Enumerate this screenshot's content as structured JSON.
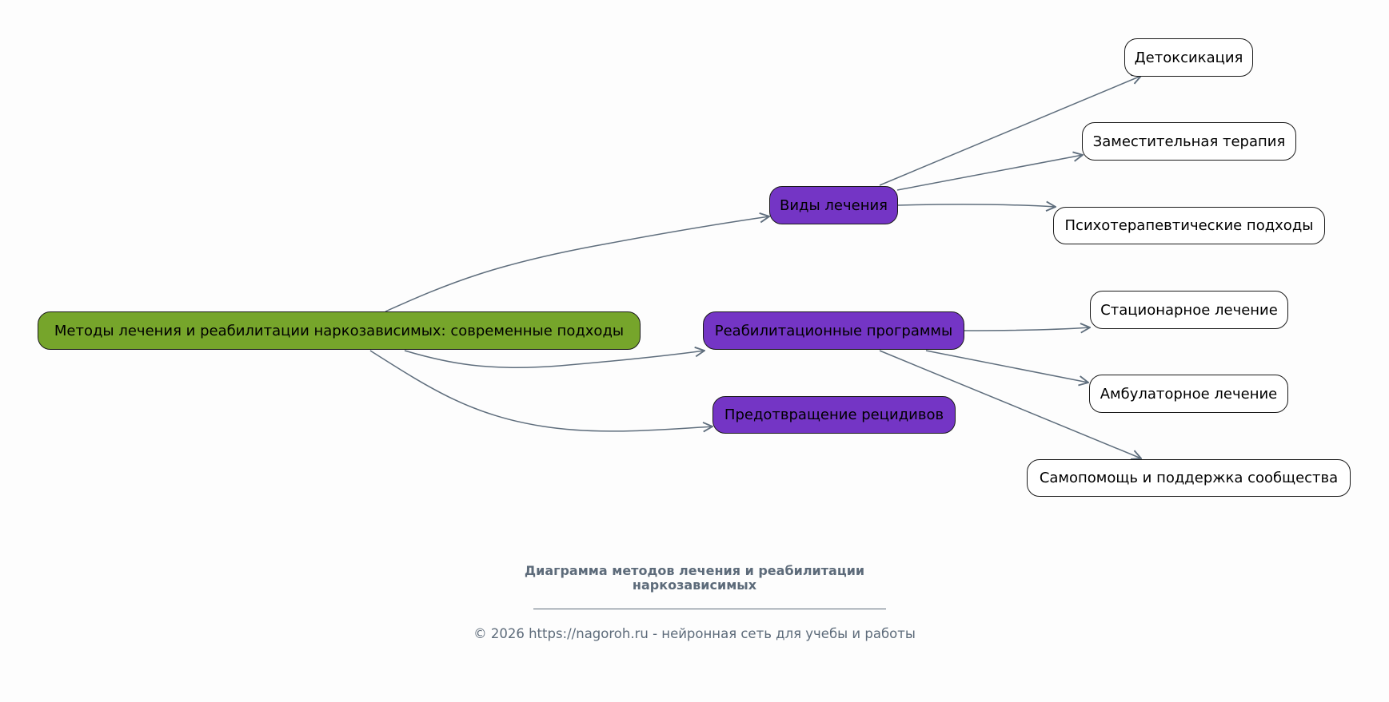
{
  "diagram": {
    "root": {
      "id": "root",
      "label": "Методы лечения и реабилитации наркозависимых: современные подходы"
    },
    "categories": [
      {
        "id": "types",
        "label": "Виды лечения"
      },
      {
        "id": "rehab",
        "label": "Реабилитационные программы"
      },
      {
        "id": "relapse",
        "label": "Предотвращение рецидивов"
      }
    ],
    "leaves": [
      {
        "id": "detox",
        "label": "Детоксикация",
        "parent": "types"
      },
      {
        "id": "substitution",
        "label": "Заместительная терапия",
        "parent": "types"
      },
      {
        "id": "psycho",
        "label": "Психотерапевтические подходы",
        "parent": "types"
      },
      {
        "id": "inpatient",
        "label": "Стационарное лечение",
        "parent": "rehab"
      },
      {
        "id": "outpatient",
        "label": "Амбулаторное лечение",
        "parent": "rehab"
      },
      {
        "id": "selfhelp",
        "label": "Самопомощь и поддержка сообщества",
        "parent": "rehab"
      }
    ],
    "edges": [
      {
        "from": "root",
        "to": "types"
      },
      {
        "from": "root",
        "to": "rehab"
      },
      {
        "from": "root",
        "to": "relapse"
      },
      {
        "from": "types",
        "to": "detox"
      },
      {
        "from": "types",
        "to": "substitution"
      },
      {
        "from": "types",
        "to": "psycho"
      },
      {
        "from": "rehab",
        "to": "inpatient"
      },
      {
        "from": "rehab",
        "to": "outpatient"
      },
      {
        "from": "rehab",
        "to": "selfhelp"
      }
    ]
  },
  "footer": {
    "title_line1": "Диаграмма методов лечения и реабилитации",
    "title_line2": "наркозависимых",
    "copyright": "© 2026 https://nagoroh.ru - нейронная сеть для учебы и работы"
  },
  "colors": {
    "root": "#76a52b",
    "category": "#7435c5",
    "leaf": "#ffffff",
    "edge": "#5f6e7d",
    "caption": "#5d6b7a",
    "background": "#fdfdfd"
  }
}
